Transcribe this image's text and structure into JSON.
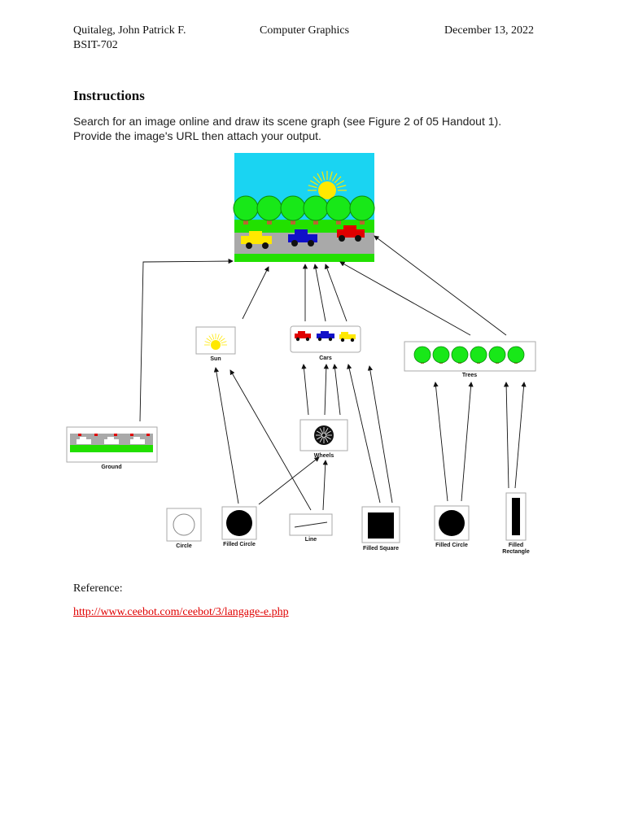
{
  "header": {
    "author": "Quitaleg, John Patrick F.",
    "section": "BSIT-702",
    "course": "Computer Graphics",
    "date": "December 13, 2022"
  },
  "instructions": {
    "title": "Instructions",
    "line1": "Search for an image online and draw its scene graph (see Figure 2 of 05 Handout 1).",
    "line2": "Provide the image's URL then attach your output."
  },
  "diagram": {
    "nodes": {
      "sun": "Sun",
      "cars": "Cars",
      "trees": "Trees",
      "ground": "Ground",
      "wheels": "Wheels",
      "circle": "Circle",
      "filled_circle_1": "Filled Circle",
      "line": "Line",
      "filled_square": "Filled Square",
      "filled_circle_2": "Filled Circle",
      "filled_rectangle_1": "Filled",
      "filled_rectangle_2": "Rectangle"
    },
    "colors": {
      "sky": "#1ad4f2",
      "grass": "#22e000",
      "road": "#a9a9a9",
      "tree": "#18e818",
      "trunk": "#b8672e",
      "sun": "#ffe800",
      "car_red": "#e00000",
      "car_blue": "#1010c8",
      "car_yellow": "#ffe800"
    }
  },
  "reference": {
    "label": "Reference:",
    "url": "http://www.ceebot.com/ceebot/3/langage-e.php"
  }
}
